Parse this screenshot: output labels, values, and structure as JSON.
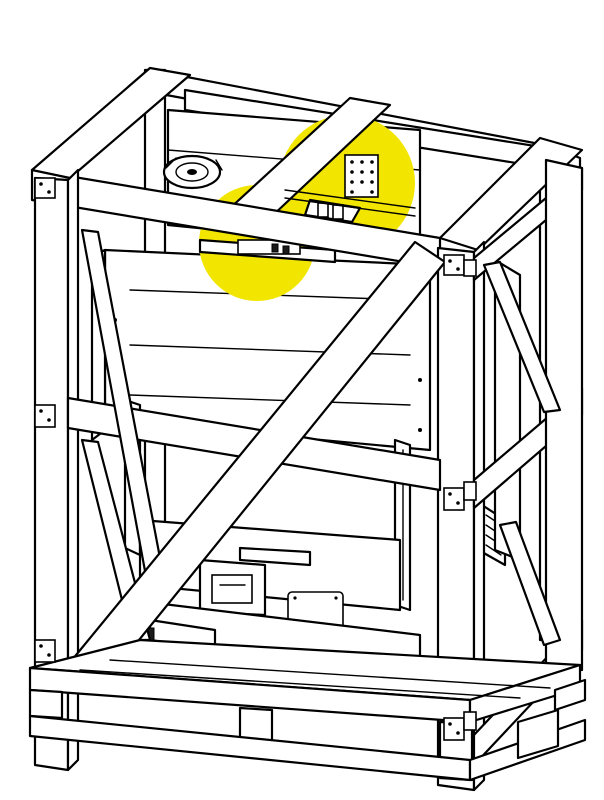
{
  "figure": {
    "subject": "wooden-shipping-crate-with-machine",
    "highlight_color": "#f2e600",
    "line_color": "#000000",
    "background": "#ffffff"
  },
  "callouts": [
    {
      "label": "top-bracket-highlight"
    },
    {
      "label": "upper-panel-highlight"
    }
  ]
}
